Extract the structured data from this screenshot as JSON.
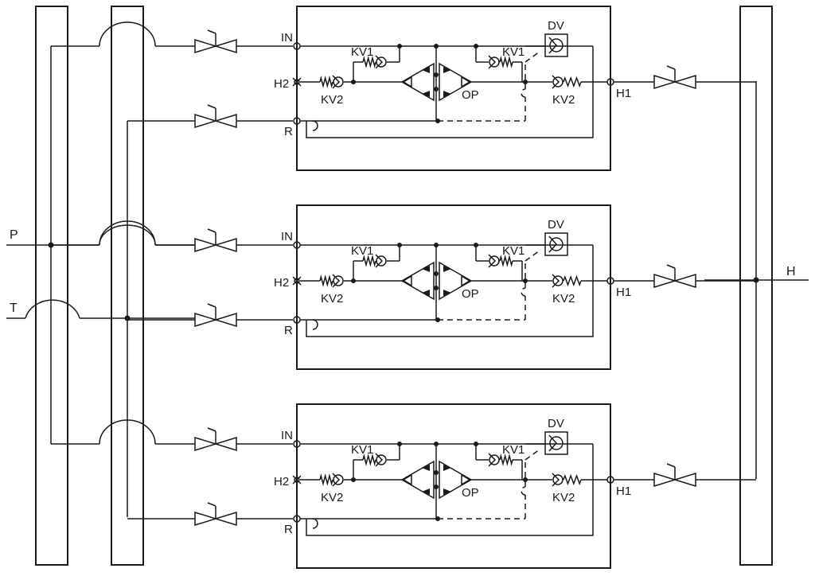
{
  "line_labels": {
    "pressure": "P",
    "tank": "T",
    "outlet": "H"
  },
  "module_labels": {
    "inlet": "IN",
    "return": "R",
    "port_h2": "H2",
    "port_h1": "H1",
    "check_valve_1": "KV1",
    "check_valve_2": "KV2",
    "amplifier": "OP",
    "directional_valve": "DV"
  },
  "modules": [
    {
      "id": "upper"
    },
    {
      "id": "middle"
    },
    {
      "id": "lower"
    }
  ]
}
